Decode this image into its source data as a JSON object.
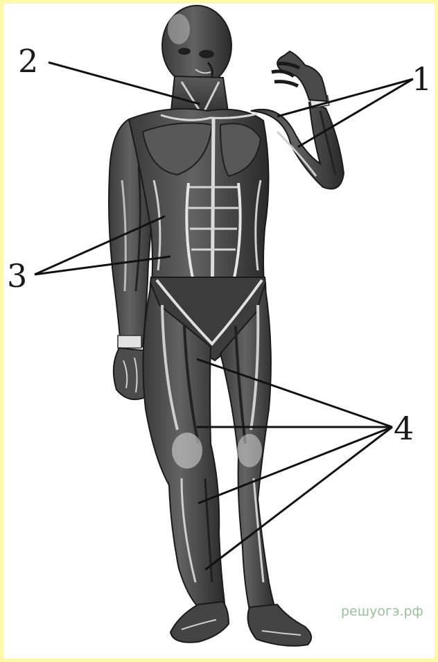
{
  "diagram": {
    "labels": {
      "one": "1",
      "two": "2",
      "three": "3",
      "four": "4"
    },
    "watermark": "решуогэ.рф"
  },
  "colors": {
    "page_border": "#fdf9a8",
    "figure_dark": "#2e2e2e",
    "figure_mid": "#6a6a6a",
    "figure_light": "#d2d2d2"
  }
}
